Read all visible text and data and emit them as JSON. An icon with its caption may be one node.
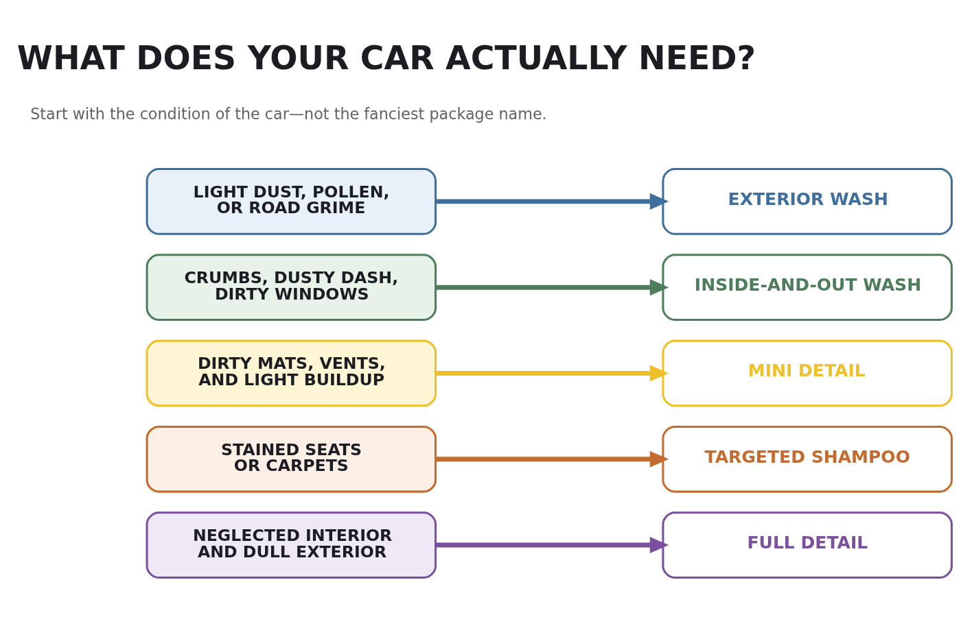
{
  "diagram": {
    "title": "WHAT DOES YOUR CAR ACTUALLY NEED?",
    "nodes": [
      {
        "text": [
          "LIGHT DUST, POLLEN, OR ROAD GRIME"
        ]
      },
      {
        "text": [
          "EXTERIOR WASH"
        ]
      },
      {
        "text": [
          "CRUMBS, DUSTY DASH, DIRTY WINDOWS"
        ]
      },
      {
        "text": [
          "INSIDE-AND-OUT WASH"
        ]
      },
      {
        "text": [
          "DIRTY MATS, VENTS, AND LIGHT BUILDUP"
        ]
      },
      {
        "text": [
          "MINI DETAIL"
        ]
      },
      {
        "text": [
          "STAINED SEATS OR CARPETS"
        ]
      },
      {
        "text": [
          "TARGETED SHAMPOO"
        ]
      },
      {
        "text": [
          "NEGLECTED INTERIOR AND DULL EXTERIOR"
        ]
      },
      {
        "text": [
          "FULL DETAIL"
        ]
      }
    ],
    "edges": [
      {
        "from": 0,
        "to": 1,
        "arrow": "to",
        "color": "#3f6f9c"
      },
      {
        "from": 2,
        "to": 3,
        "arrow": "to",
        "color": "#4e7d5b"
      },
      {
        "from": 4,
        "to": 5,
        "arrow": "to",
        "color": "#f0c02a"
      },
      {
        "from": 6,
        "to": 7,
        "arrow": "to",
        "color": "#c46b2f"
      },
      {
        "from": 8,
        "to": 9,
        "arrow": "to",
        "color": "#7b4f9e"
      }
    ],
    "labels": [
      "Start with the condition of the car—not the fanciest package name."
    ]
  }
}
